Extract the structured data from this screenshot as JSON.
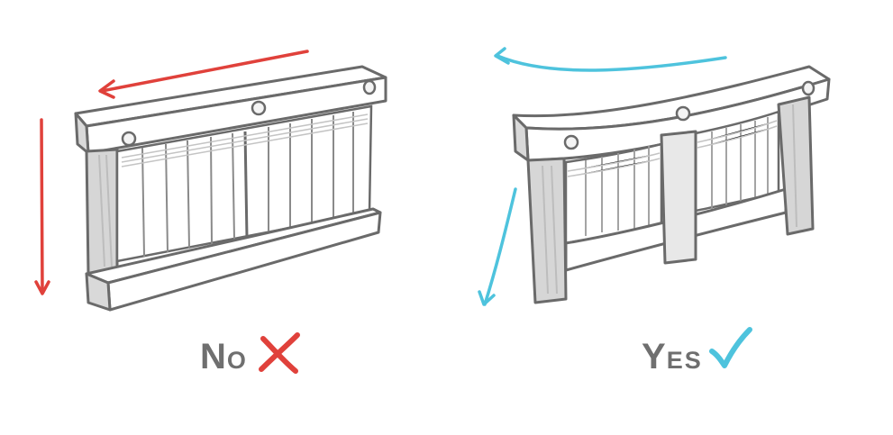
{
  "panels": [
    {
      "caption_big": "N",
      "caption_small": "O",
      "mark_icon": "cross-icon",
      "arrow_color": "#e0413b",
      "mark_color": "#e0413b"
    },
    {
      "caption_big": "Y",
      "caption_small": "ES",
      "mark_icon": "check-icon",
      "arrow_color": "#4ec3dd",
      "mark_color": "#4ec3dd"
    }
  ],
  "colors": {
    "outline": "#6a6a6a",
    "shade": "#cfcfcf",
    "caption": "#6f6f6f"
  }
}
